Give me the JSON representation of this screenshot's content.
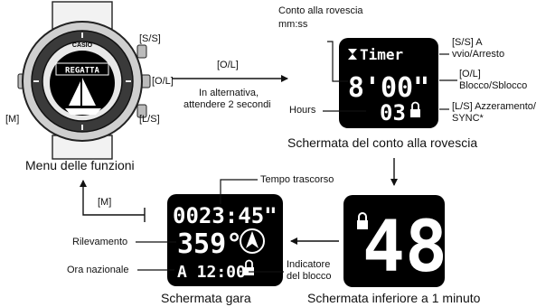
{
  "watch": {
    "brand": "CASIO",
    "screen_text": "REGATTA",
    "button_labels": {
      "top_right": "[S/S]",
      "mid_right": "[O/L]",
      "bottom_right": "[L/S]",
      "bottom_left": "[M]"
    },
    "caption": "Menu delle funzioni"
  },
  "arrow_to_countdown": {
    "label": "[O/L]",
    "alt_line1": "In alternativa,",
    "alt_line2": "attendere 2 secondi"
  },
  "countdown": {
    "title_line1": "Conto alla rovescia",
    "title_line2": "mm:ss",
    "timer_label": "Timer",
    "minutes_seconds": "8'00\"",
    "hours_value": "03",
    "hours_label": "Hours",
    "ss_line1": "[S/S] A",
    "ss_line2": "vvio/Arresto",
    "ol_line1": "[O/L]",
    "ol_line2": "Blocco/Sblocco",
    "ls_line1": "[L/S] Azzeramento/",
    "ls_line2": "SYNC*",
    "caption": "Schermata del conto alla rovescia"
  },
  "last_minute": {
    "value": "48",
    "caption": "Schermata inferiore a 1 minuto"
  },
  "race": {
    "elapsed_label": "Tempo trascorso",
    "elapsed_value": "0023:45\"",
    "bearing_label": "Rilevamento",
    "bearing_value": "359°",
    "home_time_label": "Ora nazionale",
    "home_time_value": "A 12:00",
    "lock_label_line1": "Indicatore",
    "lock_label_line2": "del blocco",
    "caption": "Schermata gara",
    "m_label": "[M]"
  },
  "colors": {
    "lcd": "#000000",
    "lcd_text": "#ffffff",
    "line": "#111111"
  }
}
